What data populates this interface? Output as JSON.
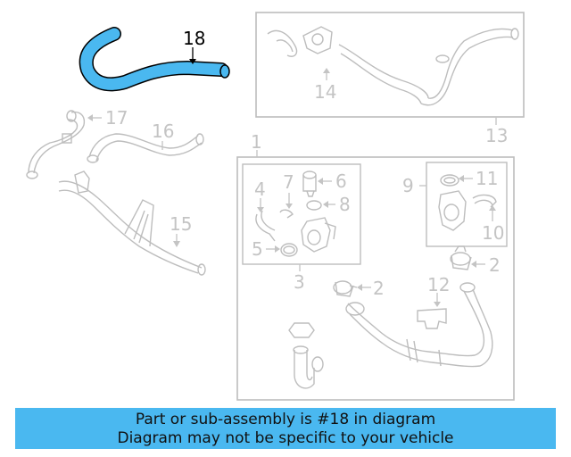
{
  "callouts": {
    "c1": "1",
    "c2a": "2",
    "c2b": "2",
    "c3": "3",
    "c4": "4",
    "c5": "5",
    "c6": "6",
    "c7": "7",
    "c8": "8",
    "c9": "9",
    "c10": "10",
    "c11": "11",
    "c12": "12",
    "c13": "13",
    "c14": "14",
    "c15": "15",
    "c16": "16",
    "c17": "17",
    "c18": "18"
  },
  "highlight": {
    "part": "18",
    "color": "#4ab8f0"
  },
  "banner": {
    "line1": "Part or sub-assembly is #18 in diagram",
    "line2": "Diagram may not be specific to your vehicle",
    "background": "#4ab8f0"
  }
}
